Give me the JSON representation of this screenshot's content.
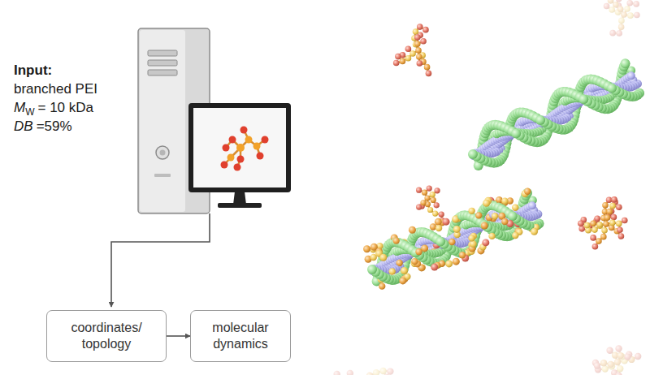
{
  "diagram": {
    "nodes": [
      {
        "text": [
          "coordinates/ topology"
        ]
      },
      {
        "text": [
          "molecular dynamics"
        ]
      }
    ],
    "edges": [
      {
        "from": 0,
        "to": 1,
        "arrow": "to"
      }
    ],
    "labels": [
      "Input:",
      "branched PEI",
      "M",
      "W",
      "= 10 kDa",
      "DB",
      "=59%"
    ]
  }
}
